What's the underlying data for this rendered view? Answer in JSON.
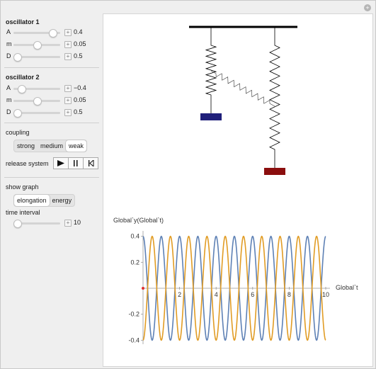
{
  "oscillator1": {
    "title": "oscillator 1",
    "A": {
      "label": "A",
      "value": "0.4",
      "fraction": 0.9
    },
    "m": {
      "label": "m",
      "value": "0.05",
      "fraction": 0.5
    },
    "D": {
      "label": "D",
      "value": "0.5",
      "fraction": 0.0
    }
  },
  "oscillator2": {
    "title": "oscillator 2",
    "A": {
      "label": "A",
      "value": "−0.4",
      "fraction": 0.1
    },
    "m": {
      "label": "m",
      "value": "0.05",
      "fraction": 0.5
    },
    "D": {
      "label": "D",
      "value": "0.5",
      "fraction": 0.0
    }
  },
  "coupling": {
    "title": "coupling",
    "options": [
      "strong",
      "medium",
      "weak"
    ],
    "selected": "weak"
  },
  "release": {
    "label": "release system",
    "buttons": [
      "play",
      "pause",
      "reset"
    ]
  },
  "show_graph": {
    "title": "show graph",
    "options": [
      "elongation",
      "energy"
    ],
    "selected": "elongation"
  },
  "time_interval": {
    "title": "time interval",
    "value": "10",
    "fraction": 0.0
  },
  "colors": {
    "series1": "#5e81b5",
    "series2": "#e19c24",
    "mass1": "#1f1f7a",
    "mass2": "#8b0e0e",
    "origin_marker": "#e03030"
  },
  "chart_data": {
    "type": "line",
    "title": "",
    "ylabel": "Global`y(Global`t)",
    "xlabel": "Global`t",
    "xlim": [
      0,
      10
    ],
    "ylim": [
      -0.42,
      0.42
    ],
    "x_ticks": [
      "2",
      "4",
      "6",
      "8",
      "10"
    ],
    "y_ticks": [
      "0.4",
      "0.2",
      "-0.2",
      "-0.4"
    ],
    "series": [
      {
        "function": "0.4*cos(omega*t)",
        "amplitude": 0.4,
        "period": 1.0
      },
      {
        "function": "-0.4*cos(omega*t)",
        "amplitude": -0.4,
        "period": 1.0
      }
    ],
    "origin_point": [
      0,
      0
    ]
  }
}
